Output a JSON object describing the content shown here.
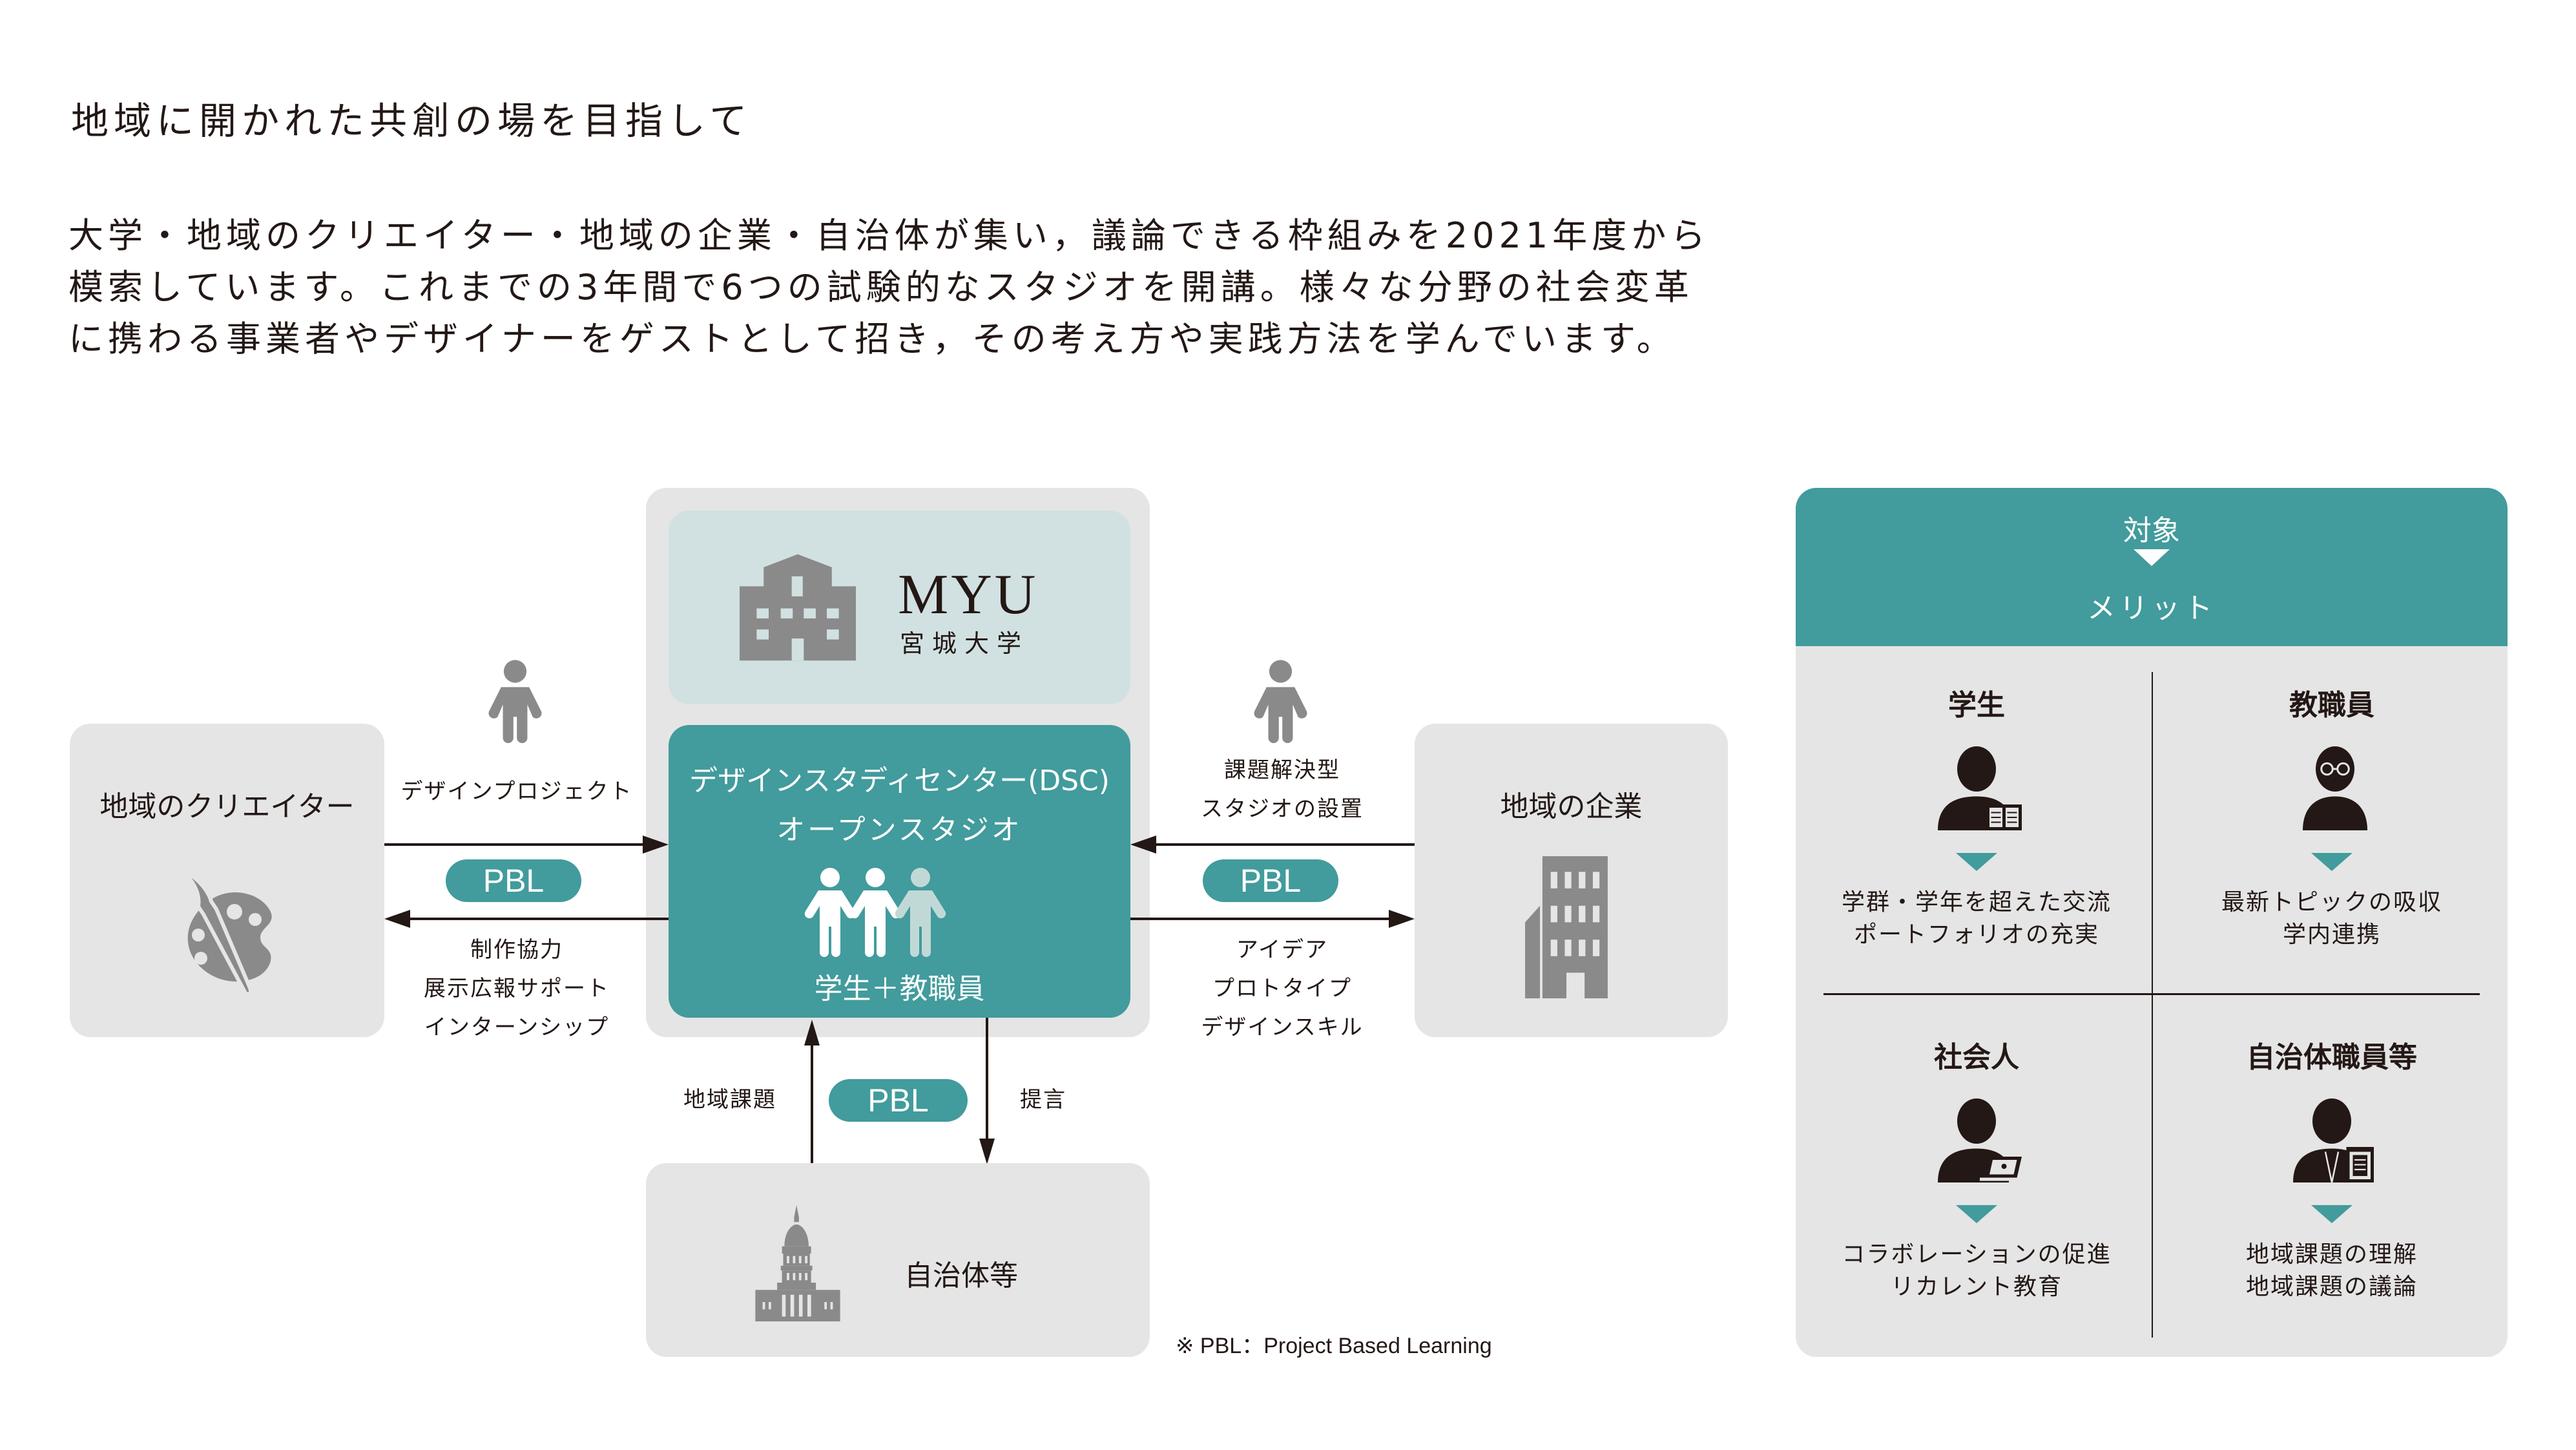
{
  "heading": "地域に開かれた共創の場を目指して",
  "intro": {
    "lines": [
      "大学・地域のクリエイター・地域の企業・自治体が集い，議論できる枠組みを2021年度から",
      "模索しています。これまでの3年間で6つの試験的なスタジオを開講。様々な分野の社会変革",
      "に携わる事業者やデザイナーをゲストとして招き，その考え方や実践方法を学んでいます。"
    ]
  },
  "diagram": {
    "university": {
      "logo_text": "MYU",
      "logo_subtext": "宮城大学",
      "icon": "school-building-icon"
    },
    "dsc": {
      "title": "デザインスタディセンター(DSC)",
      "subtitle": "オープンスタジオ",
      "members": "学生＋教職員",
      "icon": "three-people-icon"
    },
    "creators": {
      "label": "地域のクリエイター",
      "icon": "palette-brush-icon",
      "to_dsc": "デザインプロジェクト",
      "from_dsc": [
        "制作協力",
        "展示広報サポート",
        "インターンシップ"
      ],
      "badge": "PBL"
    },
    "companies": {
      "label": "地域の企業",
      "icon": "office-building-icon",
      "to_dsc": [
        "課題解決型",
        "スタジオの設置"
      ],
      "from_dsc": [
        "アイデア",
        "プロトタイプ",
        "デザインスキル"
      ],
      "badge": "PBL"
    },
    "municipality": {
      "label": "自治体等",
      "icon": "capitol-building-icon",
      "to_dsc": "地域課題",
      "from_dsc": "提言",
      "badge": "PBL"
    },
    "footnote": "※ PBL：Project Based Learning"
  },
  "panel": {
    "header_top": "対象",
    "header_bottom": "メリット",
    "cells": [
      {
        "title": "学生",
        "icon": "student-with-book-icon",
        "benefits": [
          "学群・学年を超えた交流",
          "ポートフォリオの充実"
        ]
      },
      {
        "title": "教職員",
        "icon": "person-with-glasses-icon",
        "benefits": [
          "最新トピックの吸収",
          "学内連携"
        ]
      },
      {
        "title": "社会人",
        "icon": "person-with-laptop-icon",
        "benefits": [
          "コラボレーションの促進",
          "リカレント教育"
        ]
      },
      {
        "title": "自治体職員等",
        "icon": "person-with-clipboard-icon",
        "benefits": [
          "地域課題の理解",
          "地域課題の議論"
        ]
      }
    ]
  },
  "colors": {
    "teal": "#429b9c",
    "light_teal": "#d1e1e1",
    "box_grey": "#e5e5e5",
    "icon_grey": "#8a8a8a",
    "text": "#231815"
  }
}
